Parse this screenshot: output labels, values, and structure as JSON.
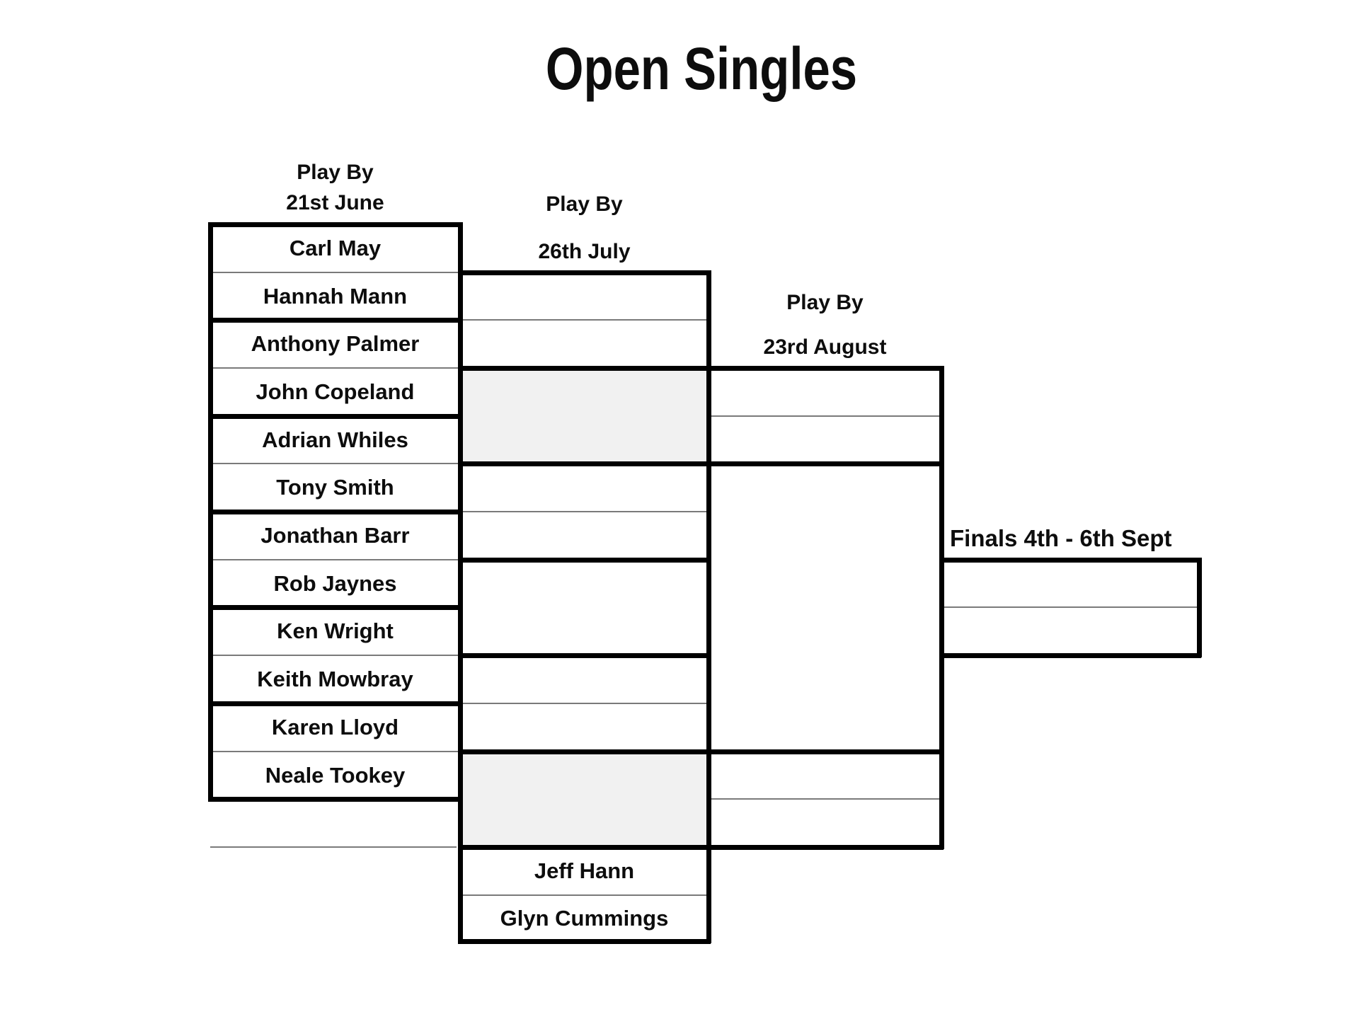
{
  "title": "Open Singles",
  "colors": {
    "line": "#000000",
    "thin_line": "#7a7a7a",
    "shaded_cell": "#f1f1f1",
    "background": "#ffffff",
    "text": "#0d0d0d"
  },
  "round1": {
    "header_line1": "Play By",
    "header_line2": "21st June",
    "players": [
      "Carl May",
      "Hannah Mann",
      "Anthony Palmer",
      "John Copeland",
      "Adrian Whiles",
      "Tony Smith",
      "Jonathan Barr",
      "Rob Jaynes",
      "Ken Wright",
      "Keith Mowbray",
      "Karen Lloyd",
      "Neale Tookey"
    ],
    "pairs": [
      [
        "Carl May",
        "Hannah Mann"
      ],
      [
        "Anthony Palmer",
        "John Copeland"
      ],
      [
        "Adrian Whiles",
        "Tony Smith"
      ],
      [
        "Jonathan Barr",
        "Rob Jaynes"
      ],
      [
        "Ken Wright",
        "Keith Mowbray"
      ],
      [
        "Karen Lloyd",
        "Neale Tookey"
      ]
    ]
  },
  "round2": {
    "header_line1": "Play By",
    "header_line2": "26th July",
    "bye_players": [
      "Jeff Hann",
      "Glyn Cummings"
    ]
  },
  "round3": {
    "header_line1": "Play By",
    "header_line2": "23rd August"
  },
  "finals": {
    "header_label": "Finals 4th - 6th Sept"
  }
}
